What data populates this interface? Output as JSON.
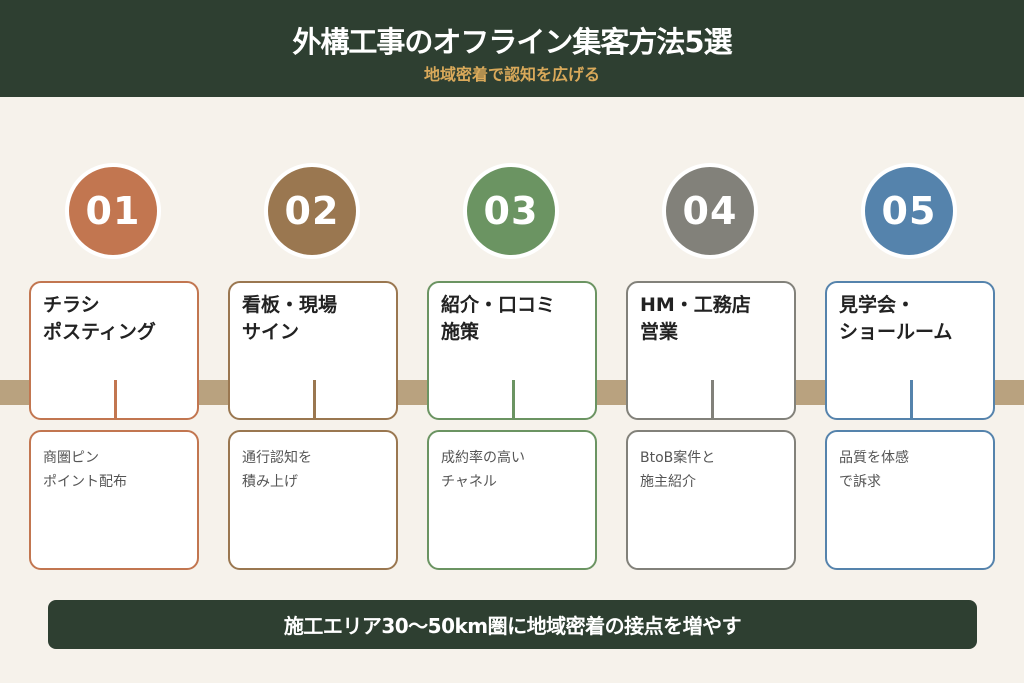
{
  "header": {
    "title": "外構工事のオフライン集客方法5選",
    "subtitle": "地域密着で認知を広げる"
  },
  "colors": {
    "header_bg": "#2e3f31",
    "subtitle": "#d9a95a",
    "page_bg": "#f6f2eb",
    "band": "#b9a27f"
  },
  "steps": [
    {
      "number": "01",
      "color": "#c27650",
      "title_line1": "チラシ",
      "title_line2": "ポスティング",
      "desc_line1": "商圏ピン",
      "desc_line2": "ポイント配布"
    },
    {
      "number": "02",
      "color": "#9a7750",
      "title_line1": "看板・現場",
      "title_line2": "サイン",
      "desc_line1": "通行認知を",
      "desc_line2": "積み上げ"
    },
    {
      "number": "03",
      "color": "#6b9462",
      "title_line1": "紹介・口コミ",
      "title_line2": "施策",
      "desc_line1": "成約率の高い",
      "desc_line2": "チャネル"
    },
    {
      "number": "04",
      "color": "#82817a",
      "title_line1": "HM・工務店",
      "title_line2": "営業",
      "desc_line1": "BtoB案件と",
      "desc_line2": "施主紹介"
    },
    {
      "number": "05",
      "color": "#5583ac",
      "title_line1": "見学会・",
      "title_line2": "ショールーム",
      "desc_line1": "品質を体感",
      "desc_line2": "で訴求"
    }
  ],
  "footer": {
    "text": "施工エリア30〜50km圏に地域密着の接点を増やす"
  }
}
